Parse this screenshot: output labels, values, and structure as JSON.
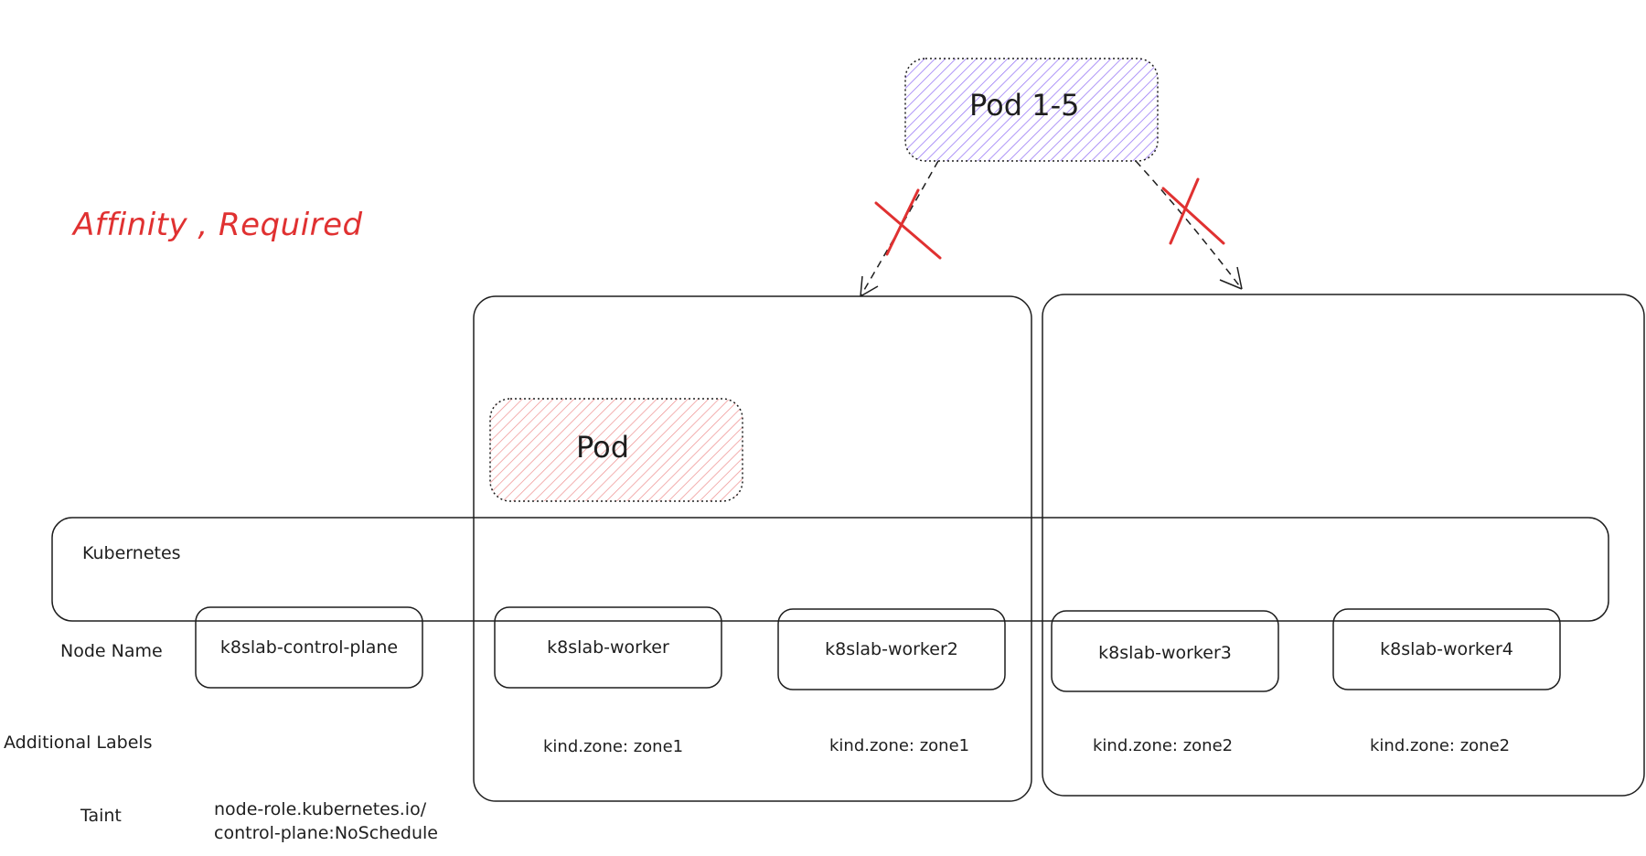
{
  "title": "Affinity , Required",
  "pod_group": {
    "label": "Pod 1-5",
    "fill": "#7950f2"
  },
  "pod_single": {
    "label": "Pod",
    "fill": "#e03131"
  },
  "cluster": {
    "label": "Kubernetes"
  },
  "row_labels": {
    "node_name": "Node Name",
    "additional_labels": "Additional Labels",
    "taint": "Taint"
  },
  "nodes": [
    {
      "name": "k8slab-control-plane",
      "zone": ""
    },
    {
      "name": "k8slab-worker",
      "zone": "kind.zone: zone1"
    },
    {
      "name": "k8slab-worker2",
      "zone": "kind.zone: zone1"
    },
    {
      "name": "k8slab-worker3",
      "zone": "kind.zone: zone2"
    },
    {
      "name": "k8slab-worker4",
      "zone": "kind.zone: zone2"
    }
  ],
  "taint_value": {
    "line1": "node-role.kubernetes.io/",
    "line2": "control-plane:NoSchedule"
  },
  "colors": {
    "stroke": "#1e1e1e",
    "cross": "#e03131"
  },
  "icons": {
    "blocked_marker": "cross-icon"
  }
}
